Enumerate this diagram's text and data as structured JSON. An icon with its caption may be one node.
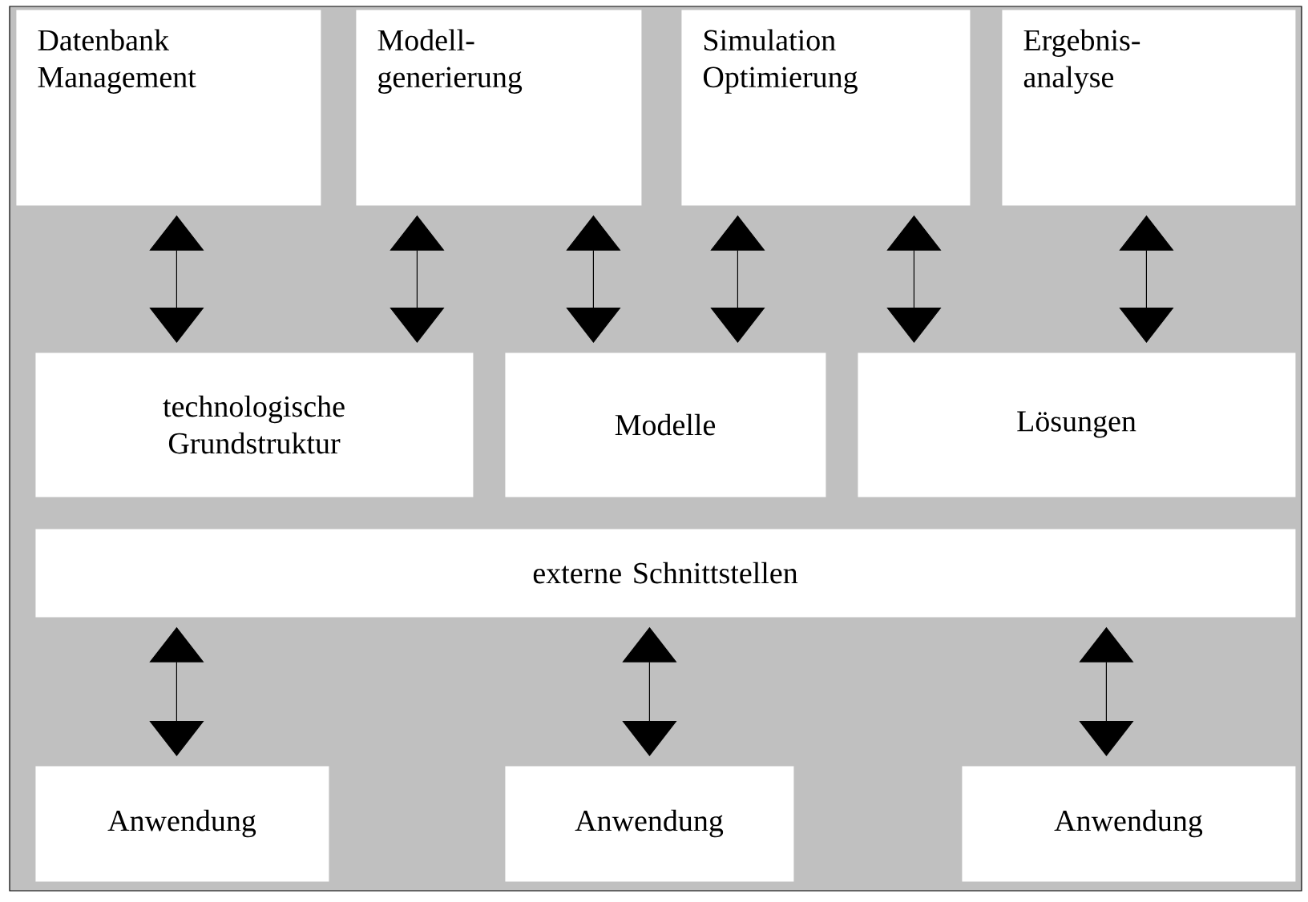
{
  "diagram": {
    "nodes": [
      {
        "text": [
          "Datenbank Management"
        ]
      },
      {
        "text": [
          "Modell- generierung"
        ]
      },
      {
        "text": [
          "Simulation Optimierung"
        ]
      },
      {
        "text": [
          "Ergebnis- analyse"
        ]
      },
      {
        "text": [
          "technologische Grundstruktur"
        ]
      },
      {
        "text": [
          "Modelle"
        ]
      },
      {
        "text": [
          "Lösungen"
        ]
      },
      {
        "text": [
          "externe Schnittstellen"
        ]
      },
      {
        "text": [
          "Anwendung"
        ]
      },
      {
        "text": [
          "Anwendung"
        ]
      },
      {
        "text": [
          "Anwendung"
        ]
      }
    ],
    "edges": [
      {
        "from": 0,
        "to": 4,
        "arrow": "both"
      },
      {
        "from": 1,
        "to": 4,
        "arrow": "both"
      },
      {
        "from": 1,
        "to": 5,
        "arrow": "both"
      },
      {
        "from": 2,
        "to": 5,
        "arrow": "both"
      },
      {
        "from": 2,
        "to": 6,
        "arrow": "both"
      },
      {
        "from": 3,
        "to": 6,
        "arrow": "both"
      },
      {
        "from": 7,
        "to": 8,
        "arrow": "both"
      },
      {
        "from": 7,
        "to": 9,
        "arrow": "both"
      },
      {
        "from": 7,
        "to": 10,
        "arrow": "both"
      }
    ]
  }
}
